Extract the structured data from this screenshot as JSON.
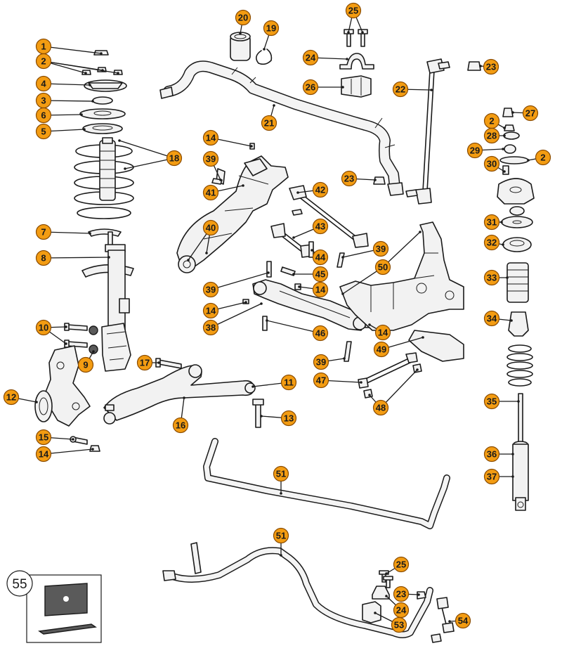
{
  "inset": {
    "label": "55"
  },
  "callouts": [
    {
      "label": "1"
    },
    {
      "label": "2"
    },
    {
      "label": "4"
    },
    {
      "label": "3"
    },
    {
      "label": "6"
    },
    {
      "label": "5"
    },
    {
      "label": "18"
    },
    {
      "label": "7"
    },
    {
      "label": "8"
    },
    {
      "label": "10"
    },
    {
      "label": "9"
    },
    {
      "label": "12"
    },
    {
      "label": "15"
    },
    {
      "label": "14"
    },
    {
      "label": "17"
    },
    {
      "label": "16"
    },
    {
      "label": "11"
    },
    {
      "label": "13"
    },
    {
      "label": "20"
    },
    {
      "label": "19"
    },
    {
      "label": "21"
    },
    {
      "label": "25"
    },
    {
      "label": "24"
    },
    {
      "label": "26"
    },
    {
      "label": "22"
    },
    {
      "label": "23"
    },
    {
      "label": "14"
    },
    {
      "label": "39"
    },
    {
      "label": "41"
    },
    {
      "label": "40"
    },
    {
      "label": "42"
    },
    {
      "label": "43"
    },
    {
      "label": "44"
    },
    {
      "label": "45"
    },
    {
      "label": "39"
    },
    {
      "label": "14"
    },
    {
      "label": "14"
    },
    {
      "label": "38"
    },
    {
      "label": "46"
    },
    {
      "label": "23"
    },
    {
      "label": "39"
    },
    {
      "label": "50"
    },
    {
      "label": "14"
    },
    {
      "label": "49"
    },
    {
      "label": "39"
    },
    {
      "label": "47"
    },
    {
      "label": "48"
    },
    {
      "label": "51"
    },
    {
      "label": "51"
    },
    {
      "label": "25"
    },
    {
      "label": "23"
    },
    {
      "label": "24"
    },
    {
      "label": "53"
    },
    {
      "label": "54"
    },
    {
      "label": "2"
    },
    {
      "label": "27"
    },
    {
      "label": "28"
    },
    {
      "label": "29"
    },
    {
      "label": "2"
    },
    {
      "label": "30"
    },
    {
      "label": "31"
    },
    {
      "label": "32"
    },
    {
      "label": "33"
    },
    {
      "label": "34"
    },
    {
      "label": "35"
    },
    {
      "label": "36"
    },
    {
      "label": "37"
    }
  ]
}
